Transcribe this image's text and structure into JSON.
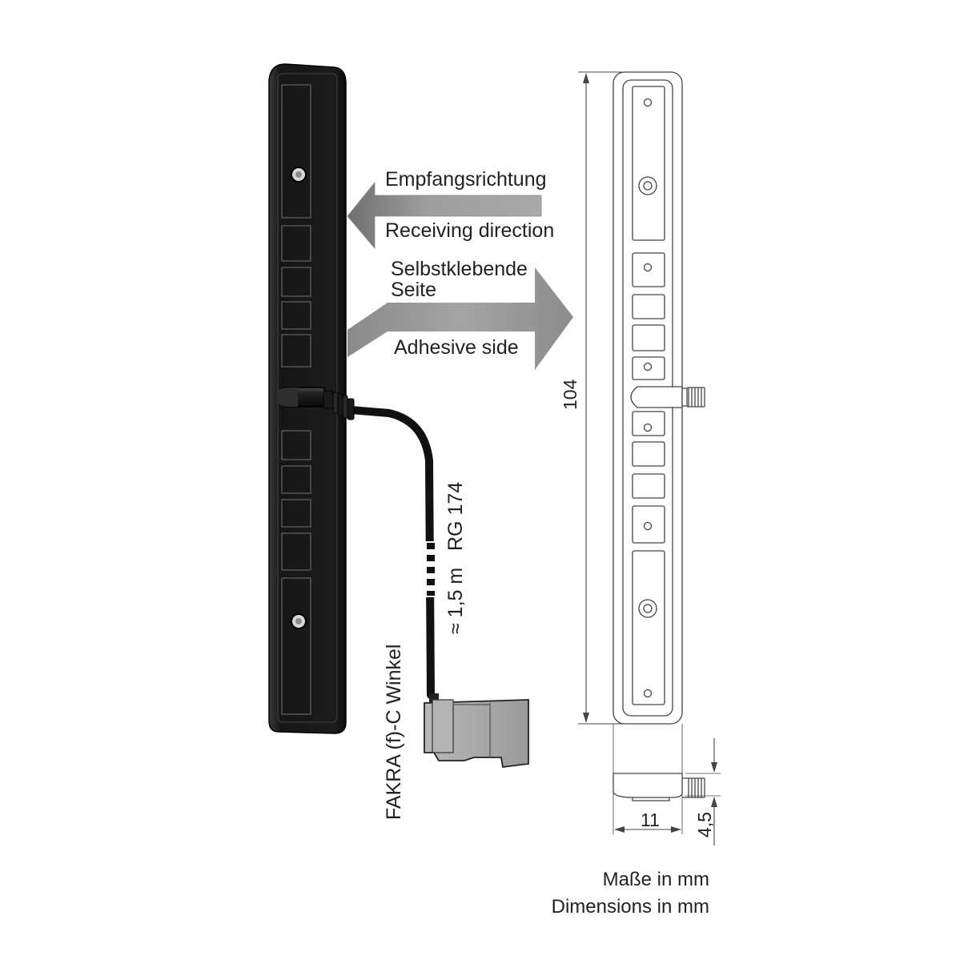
{
  "arrows": {
    "receiving_de": "Empfangsrichtung",
    "receiving_en": "Receiving direction",
    "adhesive_de_line1": "Selbstklebende",
    "adhesive_de_line2": "Seite",
    "adhesive_en": "Adhesive side"
  },
  "cable": {
    "type": "RG 174",
    "length": "≈ 1,5 m",
    "connector": "FAKRA (f)-C Winkel"
  },
  "dimensions": {
    "length": "104",
    "width": "11",
    "height": "4,5"
  },
  "footer": {
    "line_de": "Maße in mm",
    "line_en": "Dimensions in mm"
  },
  "colors": {
    "antenna_body": "#1c1c1c",
    "arrow_gray": "#9a9a9a",
    "connector_gray": "#a5a5a5",
    "line": "#333333"
  }
}
